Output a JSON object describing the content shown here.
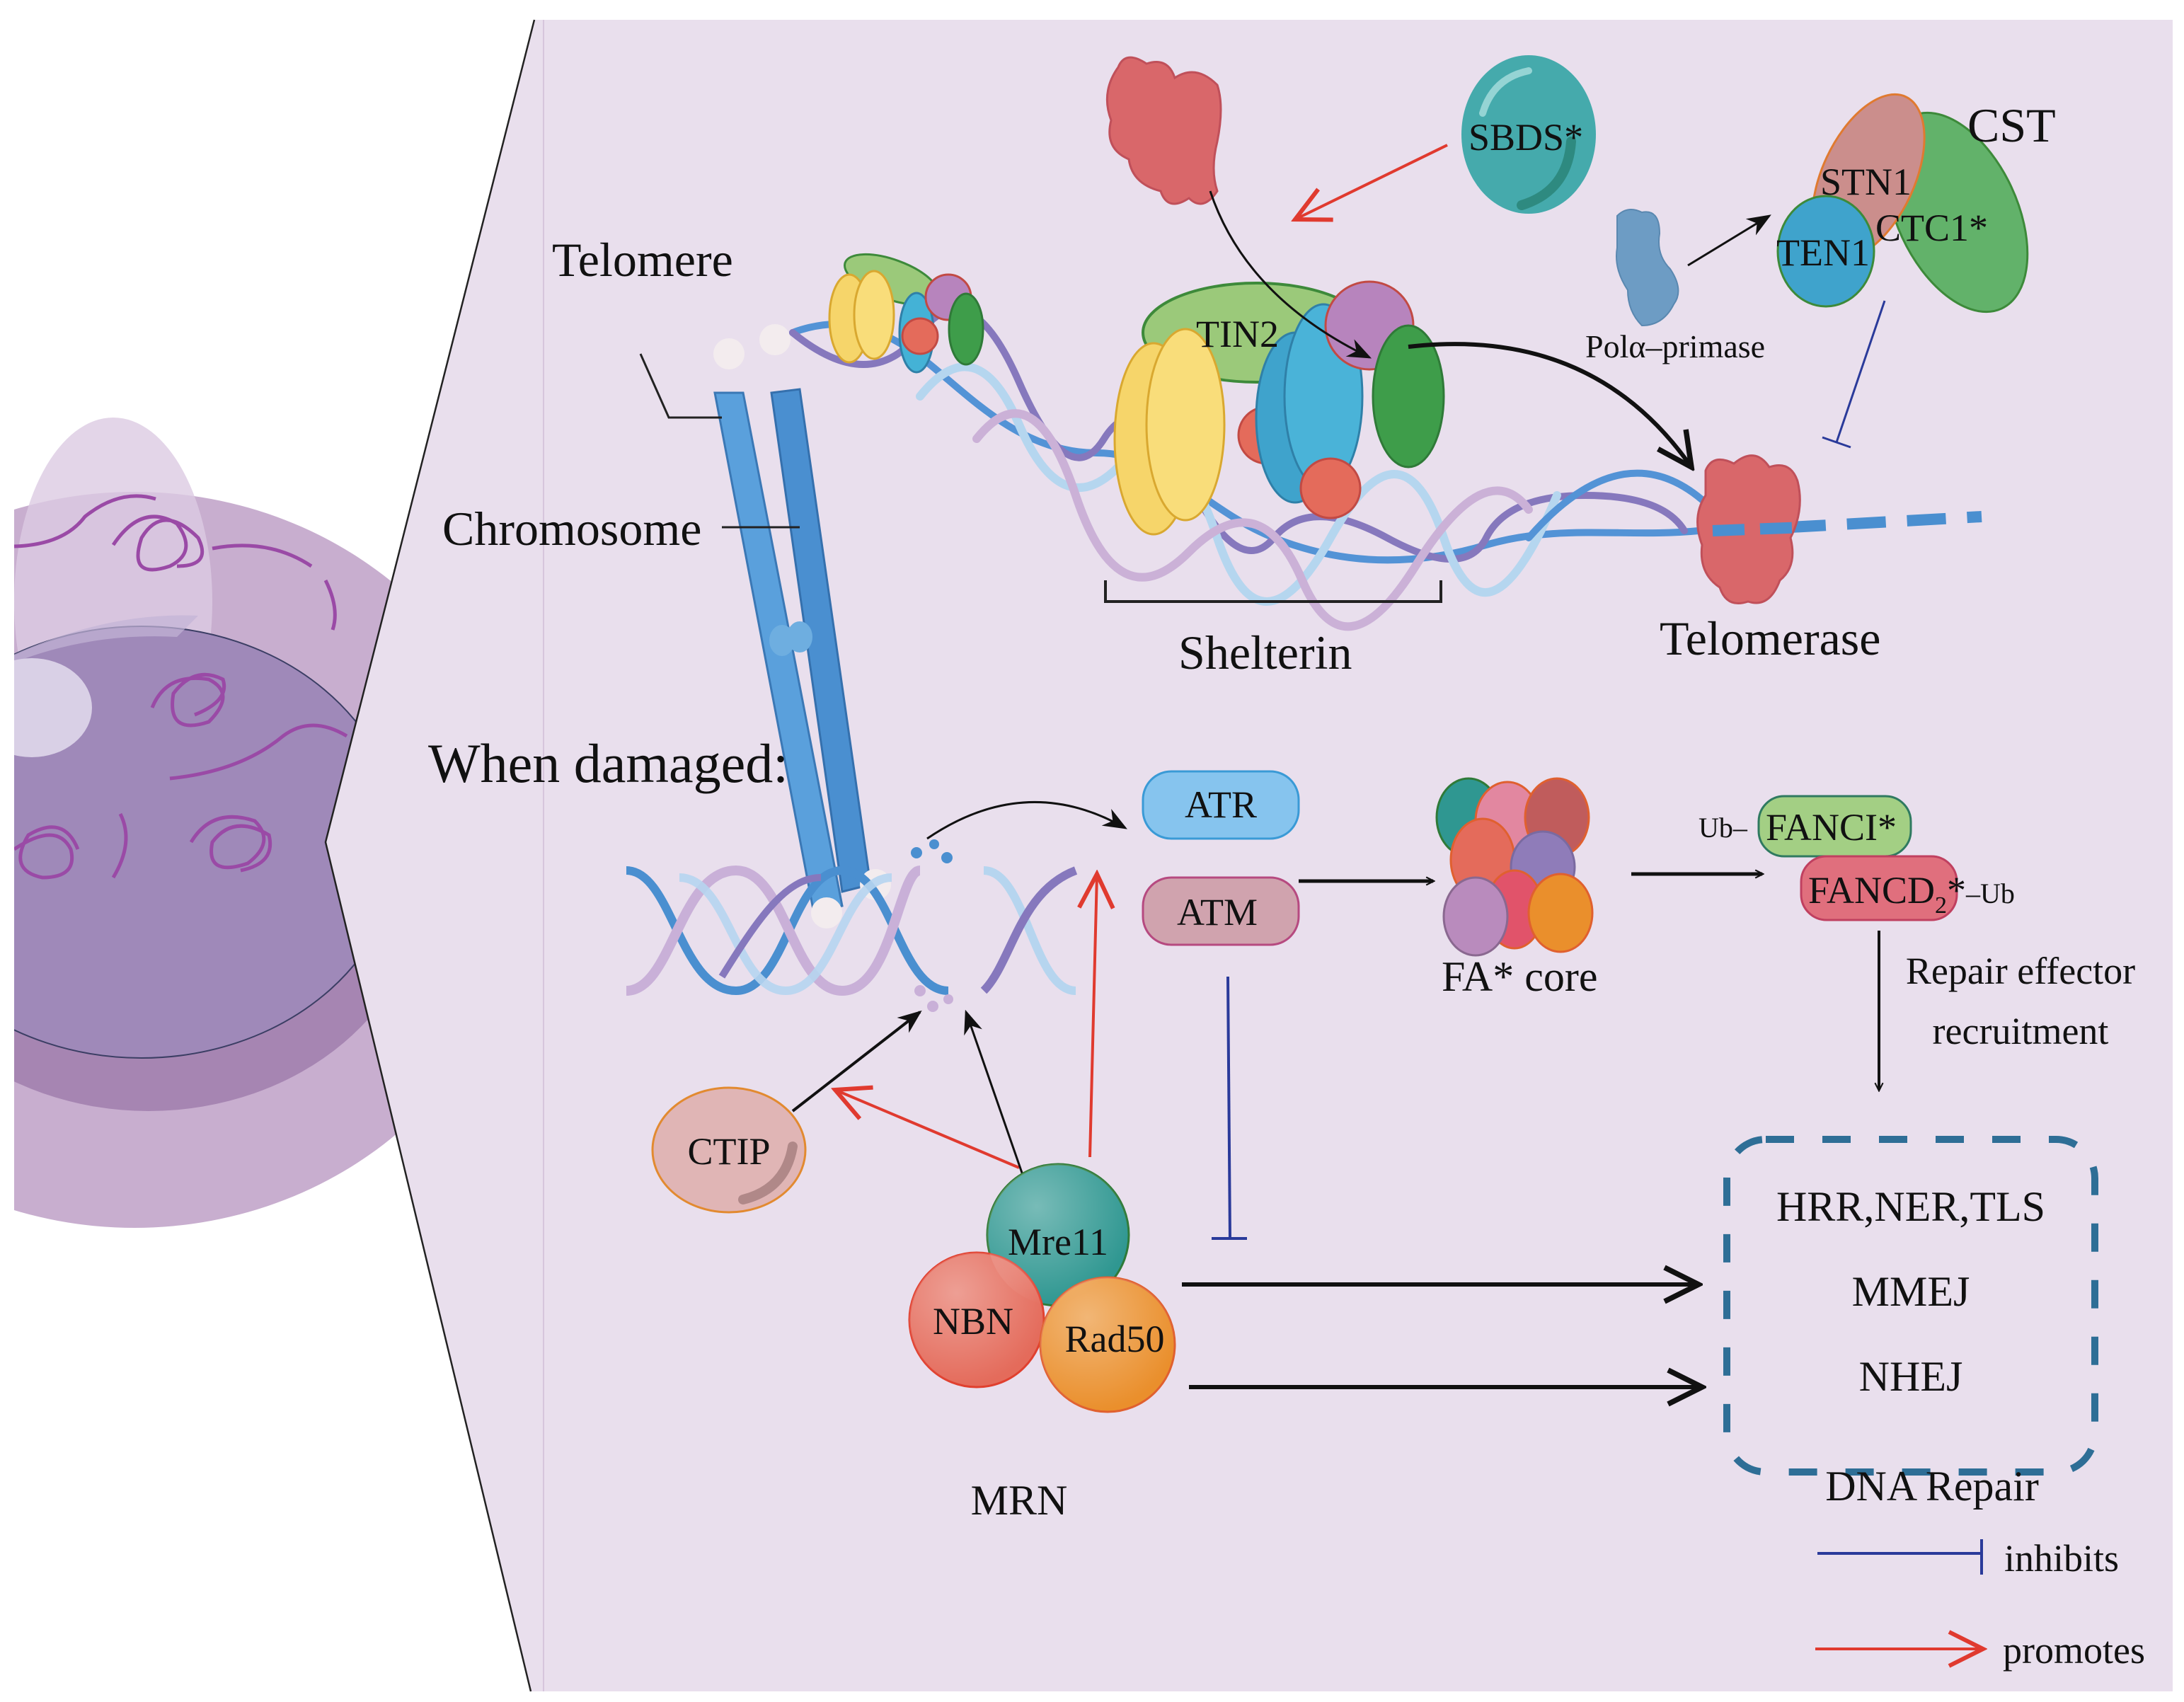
{
  "figure": {
    "title": "Telomere maintenance and DNA damage repair pathways",
    "colors": {
      "panel_background": "#e9dfed",
      "cell_outer": "#c9afcf",
      "nucleus": "#9f88b9",
      "promotes": "#e03a2f",
      "inhibits": "#2a3a9a",
      "activates": "#111111",
      "dna_repair_box": "#2e6e96"
    }
  },
  "top_panel": {
    "telomere_label": "Telomere",
    "chromosome_label": "Chromosome",
    "shelterin_label": "Shelterin",
    "tin2_label": "TIN2",
    "sbds_label": "SBDS*",
    "telomerase_label": "Telomerase",
    "cst_label": "CST",
    "stn1_label": "STN1",
    "ctc1_label": "CTC1*",
    "ten1_label": "TEN1",
    "pol_label": "Polα–primase"
  },
  "bottom_panel": {
    "heading": "When damaged:",
    "atr_label": "ATR",
    "atm_label": "ATM",
    "fa_core_label": "FA* core",
    "fanci_ub": "Ub–",
    "fanci_label": "FANCI*",
    "fancd2_label": "FANCD",
    "fancd2_sub": "2",
    "fancd2_star": "*",
    "fancd2_ub": "–Ub",
    "repair_effector_line1": "Repair effector",
    "repair_effector_line2": "recruitment",
    "ctip_label": "CTIP",
    "mre11_label": "Mre11",
    "nbn_label": "NBN",
    "rad50_label": "Rad50",
    "mrn_label": "MRN",
    "repair_pathways": [
      "HRR,NER,TLS",
      "MMEJ",
      "NHEJ"
    ],
    "dna_repair_label": "DNA Repair"
  },
  "legend": {
    "items": [
      {
        "label": "inhibits",
        "type": "inhibits"
      },
      {
        "label": "promotes",
        "type": "promotes"
      }
    ]
  }
}
